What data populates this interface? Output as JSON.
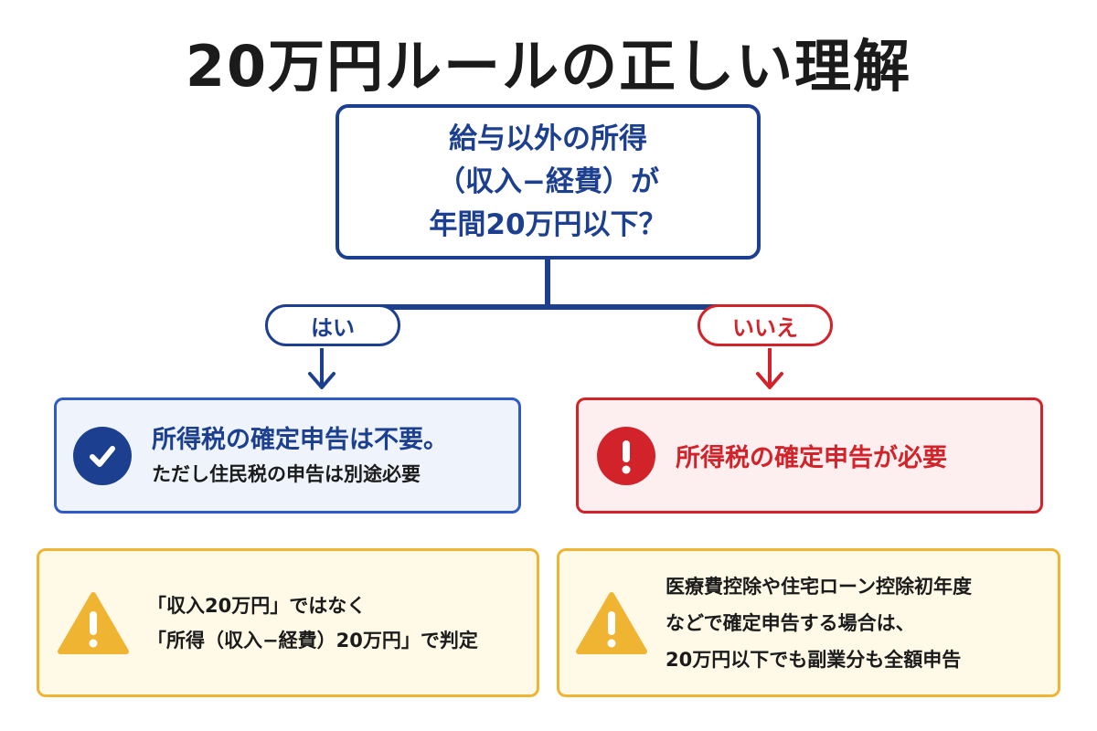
{
  "title": "20万円ルールの正しい理解",
  "question": {
    "lines": [
      "給与以外の所得",
      "（収入−経費）が",
      "年間20万円以下？"
    ]
  },
  "branches": {
    "yes_label": "はい",
    "no_label": "いいえ"
  },
  "results": {
    "yes": {
      "main": "所得税の確定申告は不要。",
      "sub": "ただし住民税の申告は別途必要",
      "icon": "check-circle-icon"
    },
    "no": {
      "main": "所得税の確定申告が必要",
      "icon": "exclamation-circle-icon"
    }
  },
  "notes": {
    "left": {
      "lines": [
        "「収入20万円」ではなく",
        "「所得（収入−経費）20万円」で判定"
      ],
      "icon": "warning-triangle-icon"
    },
    "right": {
      "lines": [
        "医療費控除や住宅ローン控除初年度",
        "などで確定申告する場合は、",
        "20万円以下でも副業分も全額申告"
      ],
      "icon": "warning-triangle-icon"
    }
  },
  "colors": {
    "navy": "#1c3f8f",
    "red": "#d3232a",
    "amber": "#f0b433"
  }
}
